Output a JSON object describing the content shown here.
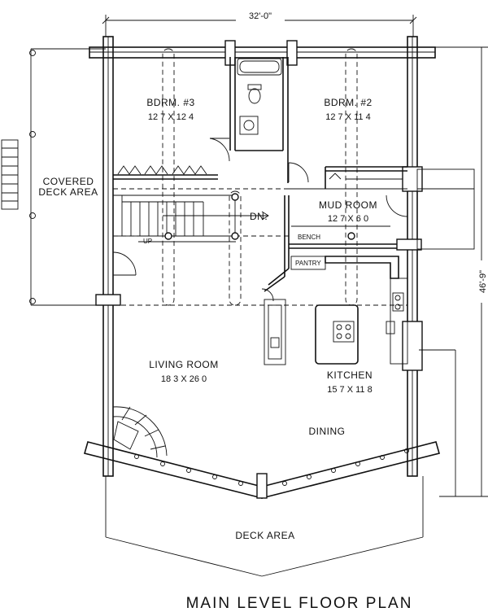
{
  "title": "MAIN LEVEL FLOOR PLAN",
  "dimensions": {
    "width": "32'-0\"",
    "depth": "46'-9\""
  },
  "rooms": {
    "bedroom3": {
      "name": "BDRM. #3",
      "size": "12 7 X 12 4"
    },
    "bedroom2": {
      "name": "BDRM. #2",
      "size": "12 7 X 11 4"
    },
    "mudroom": {
      "name": "MUD ROOM",
      "size": "12 7 X 6 0"
    },
    "living": {
      "name": "LIVING ROOM",
      "size": "18 3 X 26 0"
    },
    "kitchen": {
      "name": "KITCHEN",
      "size": "15 7 X 11 8"
    },
    "dining": {
      "name": "DINING"
    },
    "covered_deck": {
      "line1": "COVERED",
      "line2": "DECK AREA"
    },
    "deck": {
      "name": "DECK AREA"
    }
  },
  "labels": {
    "stairs_down": "DN.",
    "stairs_up": "UP",
    "bench": "BENCH",
    "pantry": "PANTRY"
  }
}
